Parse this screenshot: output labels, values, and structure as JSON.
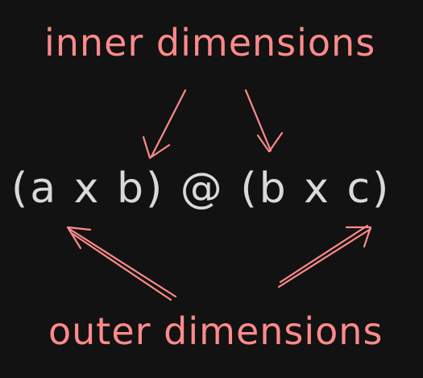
{
  "labels": {
    "top": "inner dimensions",
    "bottom": "outer dimensions",
    "expression": "(a x b) @ (b x c)"
  },
  "colors": {
    "background": "#121212",
    "accent": "#ff8a8a",
    "text": "#d9d9d9"
  }
}
